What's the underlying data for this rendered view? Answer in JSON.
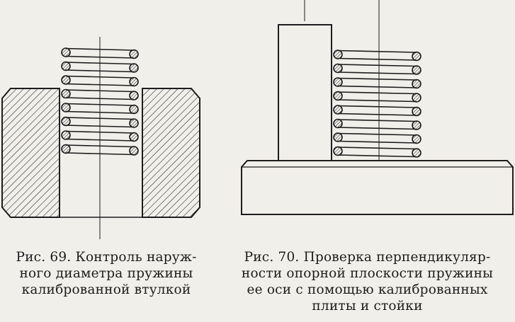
{
  "figures": [
    {
      "id": "fig69",
      "caption_lines": [
        "Рис. 69. Контроль наруж-",
        "ного диаметра пружины",
        "калиброванной втулкой"
      ]
    },
    {
      "id": "fig70",
      "caption_lines": [
        "Рис. 70. Проверка перпендикуляр-",
        "ности опорной плоскости пружины",
        "ее оси с помощью калиброванных",
        "плиты и стойки"
      ]
    }
  ],
  "colors": {
    "ink": "#1d1d1d",
    "paper": "#f1efe9"
  }
}
